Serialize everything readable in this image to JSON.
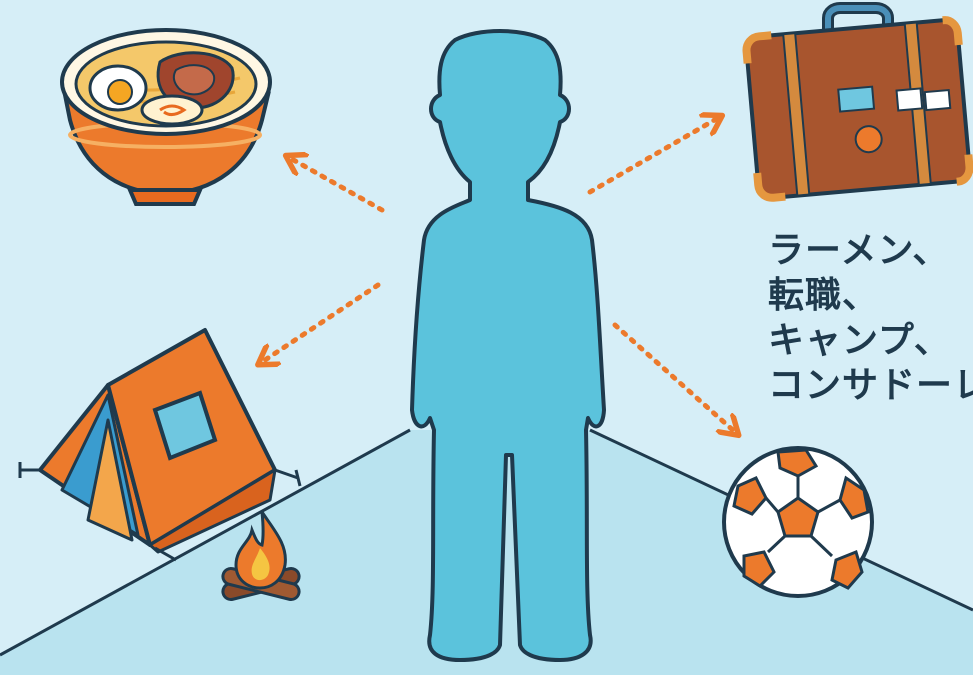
{
  "caption": {
    "lines": [
      "ラーメン、",
      "転職、",
      "キャンプ、",
      "コンサドーレ"
    ]
  },
  "palette": {
    "background": "#d6eef7",
    "floor": "#b9e3ef",
    "outline": "#1f3a4d",
    "figure": "#5bc3dc",
    "accent_orange": "#ec7a2c",
    "suitcase_brown": "#a8552e"
  },
  "icons": {
    "center": "person-silhouette",
    "top_left": "ramen-bowl",
    "top_right": "suitcase",
    "bottom_left": "tent-with-campfire",
    "bottom_right": "soccer-ball"
  }
}
